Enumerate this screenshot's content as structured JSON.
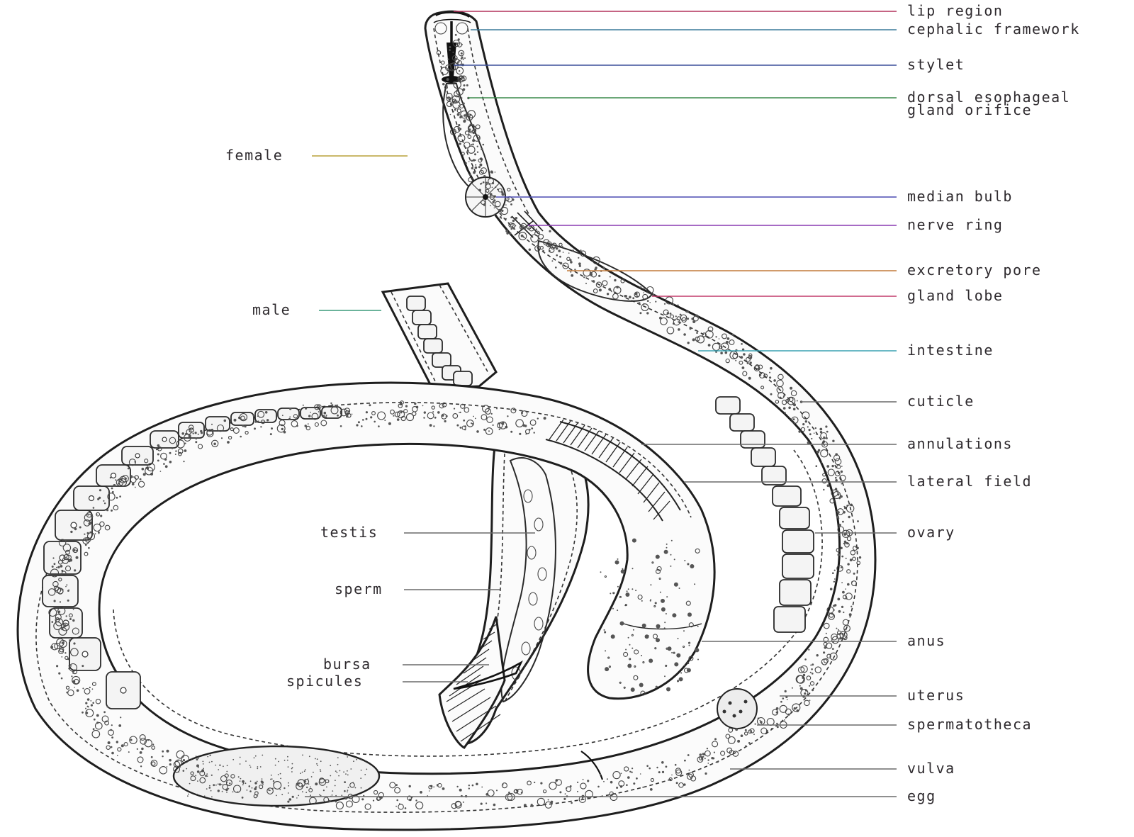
{
  "labels": {
    "lip_region": "lip region",
    "cephalic_framework": "cephalic framework",
    "stylet": "stylet",
    "dorsal_esophageal_1": "dorsal esophageal",
    "dorsal_esophageal_2": "gland orifice",
    "female": "female",
    "median_bulb": "median bulb",
    "nerve_ring": "nerve ring",
    "excretory_pore": "excretory pore",
    "male": "male",
    "gland_lobe": "gland lobe",
    "intestine": "intestine",
    "cuticle": "cuticle",
    "annulations": "annulations",
    "lateral_field": "lateral field",
    "testis": "testis",
    "ovary": "ovary",
    "sperm": "sperm",
    "anus": "anus",
    "bursa": "bursa",
    "spicules": "spicules",
    "uterus": "uterus",
    "spermatotheca": "spermatotheca",
    "vulva": "vulva",
    "egg": "egg"
  },
  "colors": {
    "lip_region": "#b2305a",
    "cephalic_framework": "#3a7a9a",
    "stylet": "#3a4e9a",
    "dorsal_esophageal": "#3a8a4a",
    "female": "#b8a23a",
    "median_bulb": "#4a4ab2",
    "nerve_ring": "#8a3ab2",
    "excretory_pore": "#c27a3a",
    "gland_lobe": "#c23a6a",
    "male": "#3a9a7a",
    "intestine": "#3aa2b2",
    "neutral": "#6a6a6a"
  }
}
